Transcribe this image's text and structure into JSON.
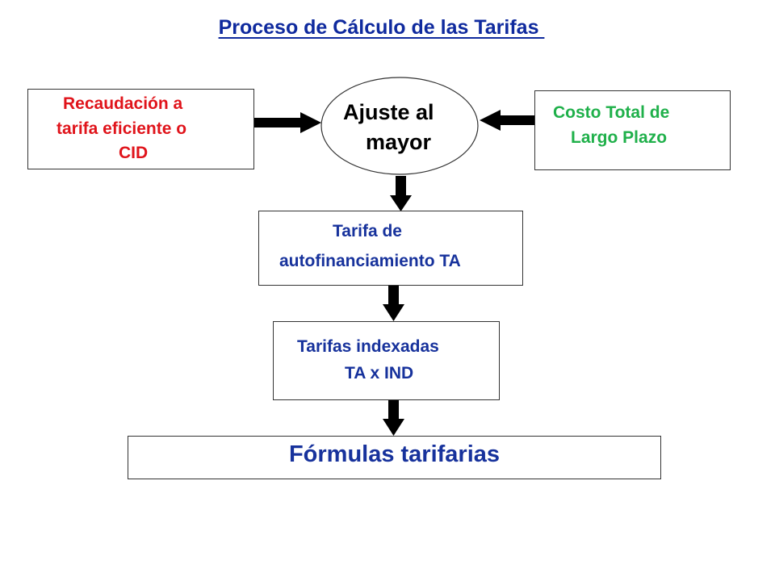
{
  "title": "Proceso de Cálculo de las Tarifas ",
  "colors": {
    "title": "#0f2a9e",
    "recaudacion": "#e0141b",
    "costo": "#1fb04a",
    "blue_text": "#17329c",
    "black_text": "#000000",
    "arrow": "#000000",
    "border": "#333333"
  },
  "nodes": {
    "recaudacion": {
      "lines": [
        "Recaudación a",
        "tarifa eficiente o",
        "CID"
      ]
    },
    "ajuste": {
      "lines": [
        "Ajuste al",
        "mayor"
      ]
    },
    "costo": {
      "lines": [
        "Costo Total de",
        "Largo Plazo"
      ]
    },
    "tarifa_autofin": {
      "lines": [
        "Tarifa de",
        "autofinanciamiento TA"
      ]
    },
    "tarifas_indexadas": {
      "lines": [
        "Tarifas indexadas",
        "TA x IND"
      ]
    },
    "formulas": {
      "label": "Fórmulas tarifarias"
    }
  },
  "edges": [
    {
      "from": "recaudacion",
      "to": "ajuste"
    },
    {
      "from": "costo",
      "to": "ajuste"
    },
    {
      "from": "ajuste",
      "to": "tarifa_autofin"
    },
    {
      "from": "tarifa_autofin",
      "to": "tarifas_indexadas"
    },
    {
      "from": "tarifas_indexadas",
      "to": "formulas"
    }
  ]
}
